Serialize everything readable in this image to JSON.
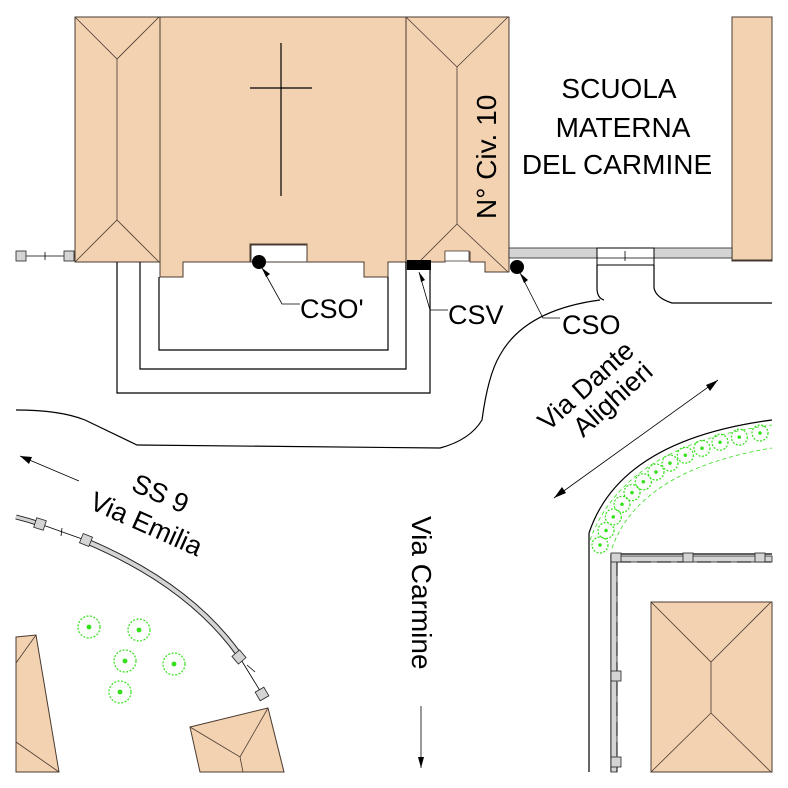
{
  "map": {
    "colors": {
      "building": "#f2d2b1",
      "vegetation": "#33e01a",
      "wall": "#d4d4d4",
      "ink": "#000000"
    },
    "labels": {
      "school_line1": "SCUOLA",
      "school_line2": "MATERNA",
      "school_line3": "DEL CARMINE",
      "civic_number": "N° Civ. 10",
      "cso_prime": "CSO'",
      "csv": "CSV",
      "cso": "CSO",
      "via_dante_line1": "Via Dante",
      "via_dante_line2": "Alighieri",
      "ss9_line1": "SS 9",
      "ss9_line2": "Via Emilia",
      "via_carmine": "Via Carmine"
    },
    "markers": [
      {
        "id": "cso_prime",
        "type": "point",
        "label": "CSO'"
      },
      {
        "id": "csv",
        "type": "rectangle",
        "label": "CSV"
      },
      {
        "id": "cso",
        "type": "point",
        "label": "CSO"
      }
    ],
    "symbols": {
      "church": "cross-icon",
      "trees_left_cluster": 5,
      "hedge_trees_right": 13
    }
  }
}
